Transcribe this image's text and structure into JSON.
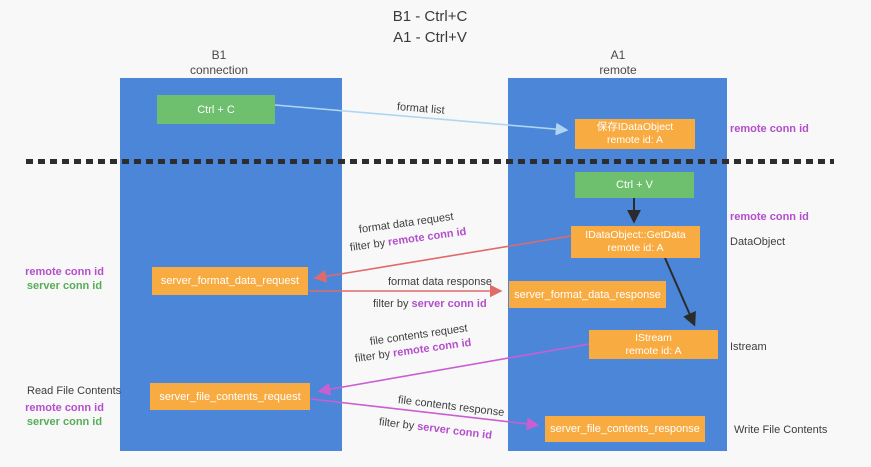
{
  "title": {
    "line1": "B1 - Ctrl+C",
    "line2": "A1 - Ctrl+V"
  },
  "columns": {
    "left": {
      "name_line": "B1",
      "role_line": "connection"
    },
    "right": {
      "name_line": "A1",
      "role_line": "remote"
    }
  },
  "nodes": {
    "ctrl_c": "Ctrl + C",
    "ctrl_v": "Ctrl + V",
    "save_idataobject": {
      "line1": "保存IDataObject",
      "line2": "remote id: A"
    },
    "getdata": {
      "line1": "IDataObject::GetData",
      "line2": "remote id: A"
    },
    "istream": {
      "line1": "IStream",
      "line2": "remote id: A"
    },
    "format_request_box": "server_format_data_request",
    "format_response_box": "server_format_data_response",
    "file_request_box": "server_file_contents_request",
    "file_response_box": "server_file_contents_response"
  },
  "right_labels": {
    "remote_conn_id_1": "remote conn id",
    "remote_conn_id_2": "remote conn id",
    "dataobject": "DataObject",
    "istream": "Istream",
    "write_file_contents": "Write File Contents"
  },
  "left_labels": {
    "pair1_remote": "remote conn id",
    "pair1_server": "server conn id",
    "read_file_contents": "Read File Contents",
    "pair2_remote": "remote conn id",
    "pair2_server": "server conn id"
  },
  "flow": {
    "format_list": "format list",
    "format_request": "format data request",
    "format_response": "format data response",
    "file_request": "file contents request",
    "file_response": "file contents response",
    "filter_by": "filter by ",
    "remote_conn_id": "remote conn id",
    "server_conn_id": "server conn id"
  },
  "colors": {
    "column_blue": "#4c86d9",
    "node_orange": "#f8ab40",
    "node_green": "#6ebf6e",
    "arrow_red": "#e06a6a",
    "arrow_magenta": "#cb5ed0",
    "arrow_light_blue": "#aed6f2",
    "arrow_black": "#2b2b2b",
    "text_purple": "#b44ecb",
    "text_green": "#55ad55",
    "background": "#f8f8f9"
  }
}
